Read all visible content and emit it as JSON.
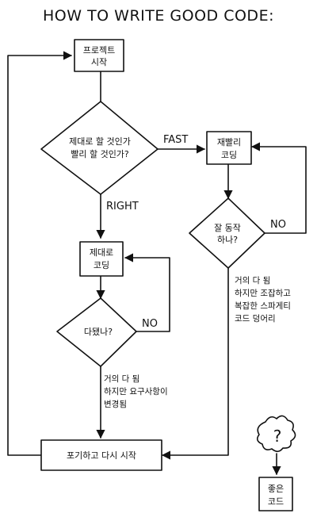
{
  "title": "HOW TO WRITE GOOD CODE:",
  "nodes": {
    "start": [
      "프로젝트",
      "시작"
    ],
    "decide_speed": [
      "제대로 할 것인가",
      "빨리 할 것인가?"
    ],
    "code_fast": [
      "재빨리",
      "코딩"
    ],
    "does_it_work": [
      "잘 동작",
      "하나?"
    ],
    "code_right": [
      "제대로",
      "코딩"
    ],
    "is_done": [
      "다됐나?"
    ],
    "restart": [
      "포기하고 다시 시작"
    ],
    "good_code": [
      "좋은",
      "코드"
    ],
    "question_cloud": "?"
  },
  "edge_labels": {
    "fast": "FAST",
    "right": "RIGHT",
    "no_work": "NO",
    "no_done": "NO"
  },
  "notes": {
    "spaghetti": [
      "거의 다 됨",
      "하지만 조잡하고",
      "복잡한 스파게티",
      "코드 덩어리"
    ],
    "requirements": [
      "거의 다 됨",
      "하지만 요구사항이",
      "변경됨"
    ]
  }
}
